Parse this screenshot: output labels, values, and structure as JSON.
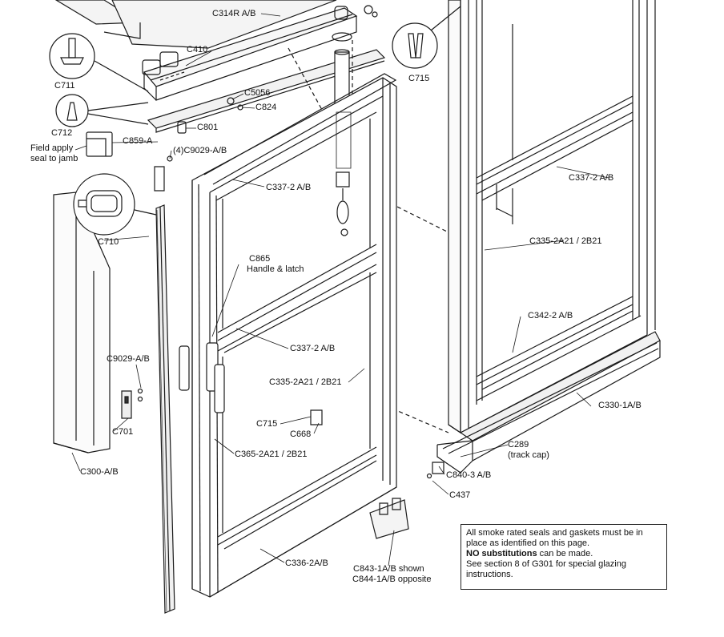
{
  "labels": {
    "c314r": "C314R A/B",
    "c410": "C410",
    "c711": "C711",
    "c715_top": "C715",
    "c5056": "C5056",
    "c824": "C824",
    "c712": "C712",
    "c801": "C801",
    "field_apply_1": "Field apply",
    "field_apply_2": "seal to jamb",
    "c859a": "C859-A",
    "c9029_top": "(4)C9029-A/B",
    "c337_left": "C337-2 A/B",
    "c337_right": "C337-2 A/B",
    "c710": "C710",
    "c335_right": "C335-2A21 / 2B21",
    "c865_1": "C865",
    "c865_2": "Handle & latch",
    "c342": "C342-2 A/B",
    "c337_mid": "C337-2 A/B",
    "c9029_left": "C9029-A/B",
    "c335_mid": "C335-2A21 / 2B21",
    "c330": "C330-1A/B",
    "c715_mid": "C715",
    "c701": "C701",
    "c668": "C668",
    "c289_1": "C289",
    "c289_2": "(track cap)",
    "c365": "C365-2A21 / 2B21",
    "c300": "C300-A/B",
    "c840": "C840-3 A/B",
    "c437": "C437",
    "c336": "C336-2A/B",
    "c843_1": "C843-1A/B shown",
    "c844_1": "C844-1A/B opposite"
  },
  "note": {
    "line1": "All smoke rated seals and gaskets must be in",
    "line2": "place as identified on this page.",
    "line3_bold": "NO substitutions",
    "line3_rest": " can be made.",
    "line4": "See section 8 of G301 for special glazing",
    "line5": "instructions."
  }
}
